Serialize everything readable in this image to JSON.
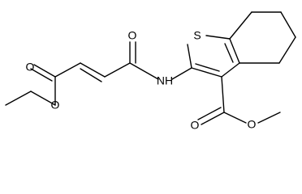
{
  "molecule": {
    "atoms": {
      "o_ester_carbonyl": "O",
      "o_ester_ether": "O",
      "o_amide": "O",
      "n_amide": "NH",
      "s_ring": "S",
      "o_methyl_carbonyl": "O",
      "o_methyl_ether": "O"
    }
  }
}
